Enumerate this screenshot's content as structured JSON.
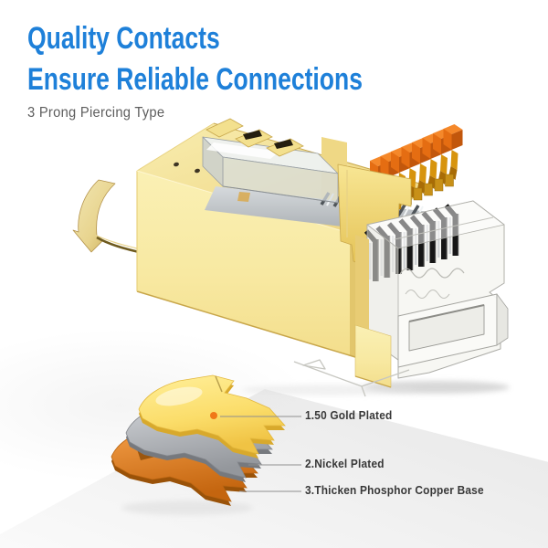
{
  "header": {
    "title_line1": "Quality Contacts",
    "title_line2": "Ensure Reliable Connections",
    "subtitle": "3 Prong Piercing Type",
    "title_color": "#1E80D9",
    "subtitle_color": "#5D5D5D"
  },
  "connector": {
    "contact_count": 8
  },
  "callouts": {
    "items": [
      {
        "label": "1.50 Gold Plated"
      },
      {
        "label": "2.Nickel Plated"
      },
      {
        "label": "3.Thicken Phosphor Copper Base"
      }
    ]
  },
  "colors": {
    "gold_shield": "#F8EBA4",
    "gold_edge": "#C9A84C",
    "contact_orange": "#F0831E",
    "copper_base": "#D97A1E",
    "nickel": "#B9BCC0",
    "clear_plastic": "#F4F4F0",
    "contact_black": "#161616",
    "leader_line": "#8F8F8F"
  }
}
